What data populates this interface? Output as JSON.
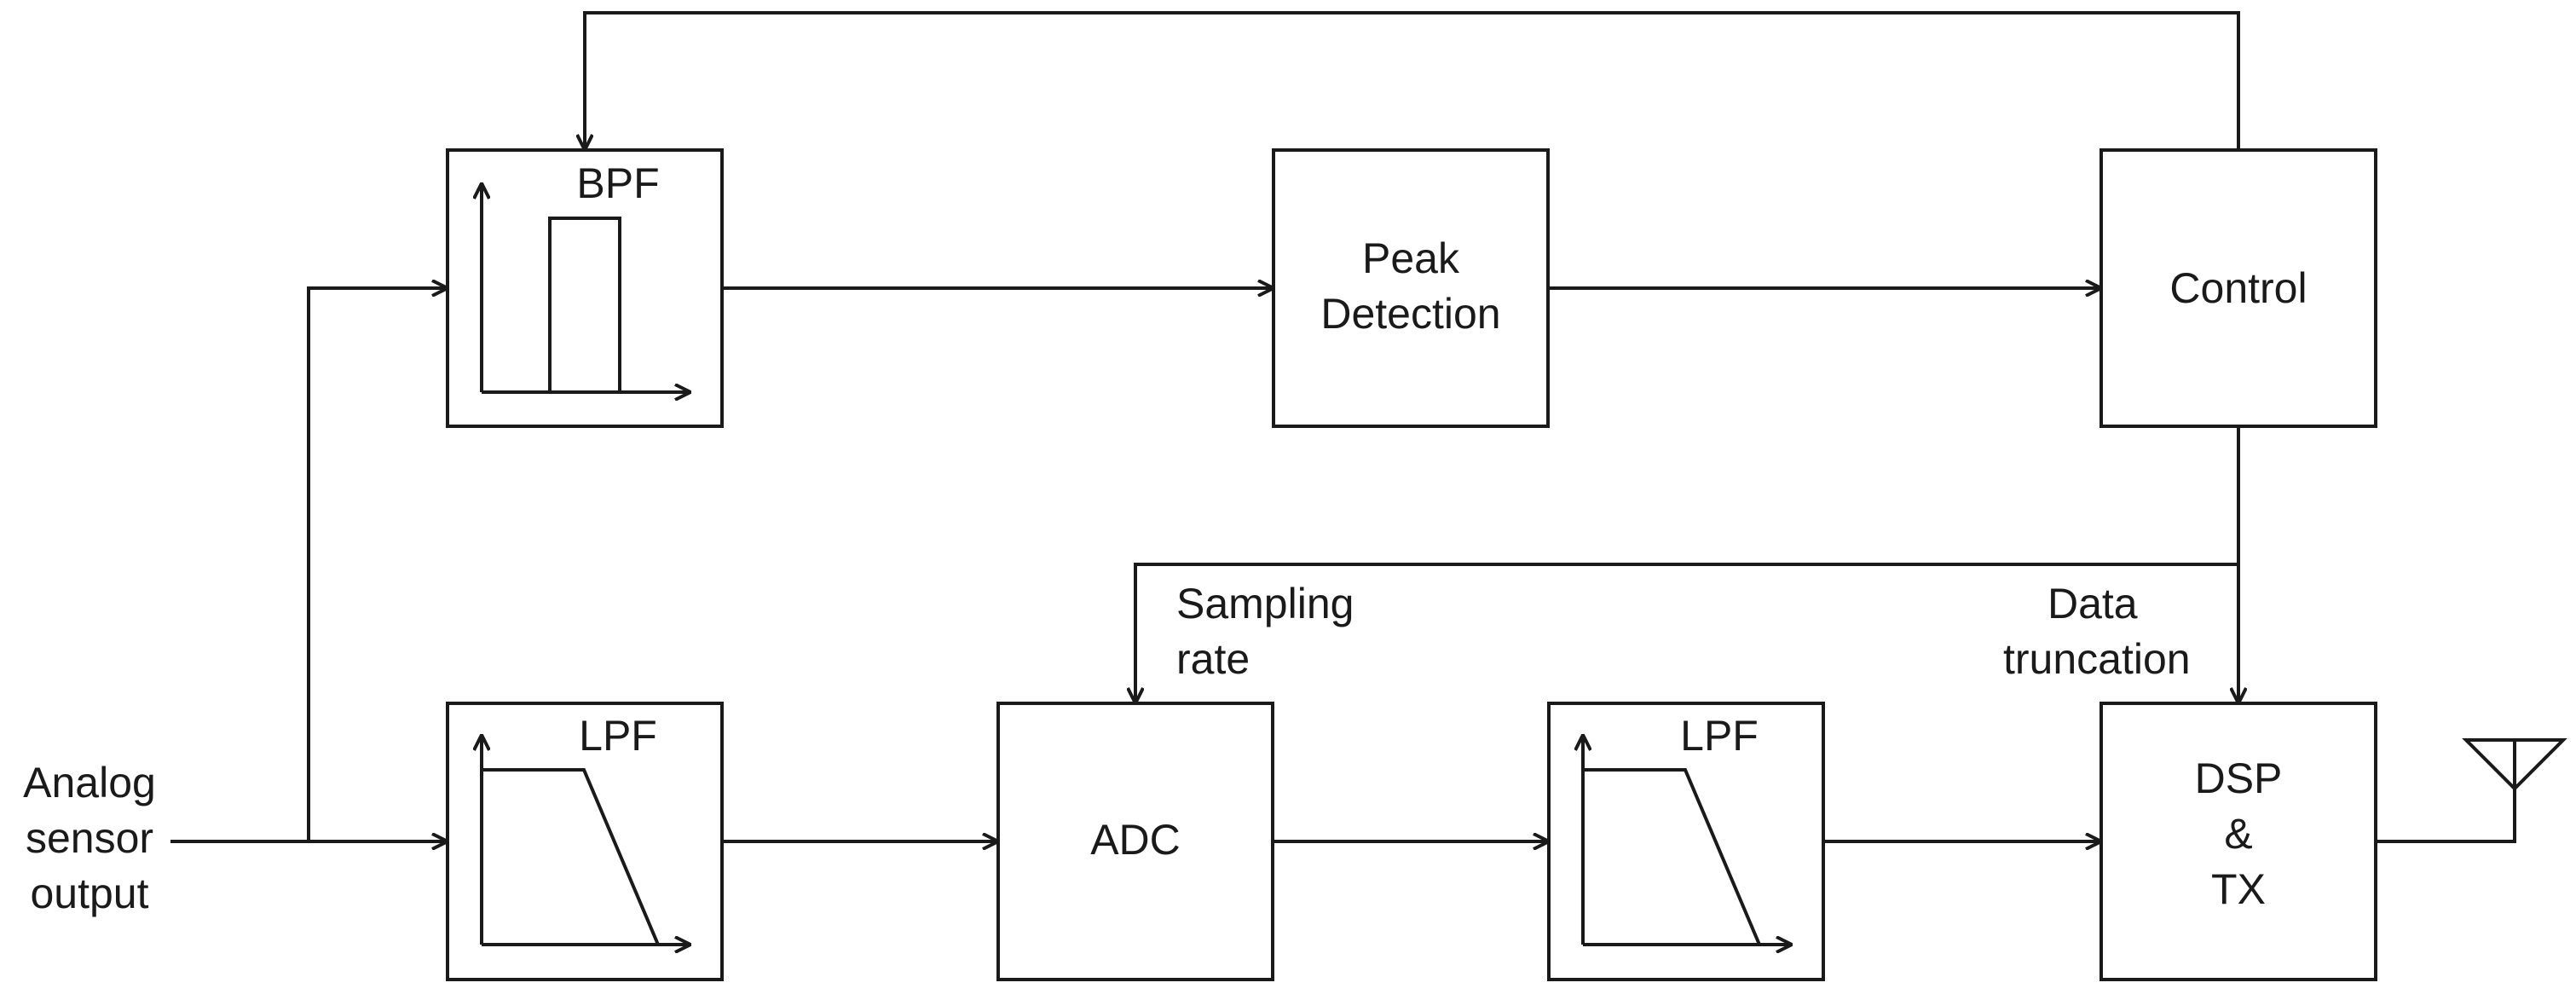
{
  "blocks": {
    "bpf": {
      "label": "BPF"
    },
    "peak_detection": {
      "label_line1": "Peak",
      "label_line2": "Detection"
    },
    "control": {
      "label": "Control"
    },
    "lpf_input": {
      "label": "LPF"
    },
    "adc": {
      "label": "ADC"
    },
    "lpf_output": {
      "label": "LPF"
    },
    "dsp_tx": {
      "label_line1": "DSP",
      "label_line2": "&",
      "label_line3": "TX"
    }
  },
  "annotations": {
    "input": {
      "line1": "Analog",
      "line2": "sensor",
      "line3": "output"
    },
    "sampling_rate": {
      "line1": "Sampling",
      "line2": "rate"
    },
    "data_truncation": {
      "line1": "Data",
      "line2": "truncation"
    }
  },
  "colors": {
    "stroke": "#1a1a1a",
    "background": "#ffffff"
  },
  "icons": {
    "antenna": "antenna-icon"
  }
}
